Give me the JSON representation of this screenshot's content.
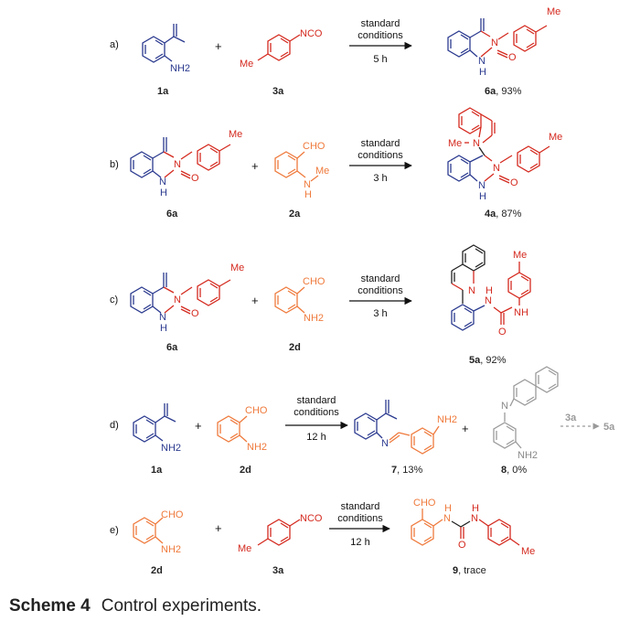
{
  "caption": {
    "label": "Scheme 4",
    "text": "Control experiments."
  },
  "rows": [
    {
      "tag": "a)",
      "conditions": [
        "standard",
        "conditions",
        "5 h"
      ],
      "labels": {
        "r1": "1a",
        "r2": "3a",
        "p1_num": "6a",
        "p1_rest": ", 93%"
      }
    },
    {
      "tag": "b)",
      "conditions": [
        "standard",
        "conditions",
        "3 h"
      ],
      "labels": {
        "r1": "6a",
        "r2": "2a",
        "p1_num": "4a",
        "p1_rest": ", 87%"
      }
    },
    {
      "tag": "c)",
      "conditions": [
        "standard",
        "conditions",
        "3 h"
      ],
      "labels": {
        "r1": "6a",
        "r2": "2d",
        "p1_num": "5a",
        "p1_rest": ", 92%"
      }
    },
    {
      "tag": "d)",
      "conditions": [
        "standard",
        "conditions",
        "12 h"
      ],
      "labels": {
        "r1": "1a",
        "r2": "2d",
        "p1_num": "7",
        "p1_rest": ", 13%",
        "p2_num": "8",
        "p2_rest": ", 0%"
      },
      "extra": {
        "reagent": "3a",
        "target": "5a"
      }
    },
    {
      "tag": "e)",
      "conditions": [
        "standard",
        "conditions",
        "12 h"
      ],
      "labels": {
        "r1": "2d",
        "r2": "3a",
        "p1_num": "9",
        "p1_rest": ", trace"
      }
    }
  ],
  "atoms": {
    "nco": "NCO",
    "me": "Me",
    "nh2": "NH2",
    "n": "N",
    "o": "O",
    "h": "H",
    "cho": "CHO",
    "nh": "NH",
    "plus": "+"
  },
  "colors": {
    "blue": "#2b3a8f",
    "red": "#d42a1f",
    "orange": "#ef7a3c",
    "black": "#222222",
    "gray": "#9a9a9a"
  }
}
